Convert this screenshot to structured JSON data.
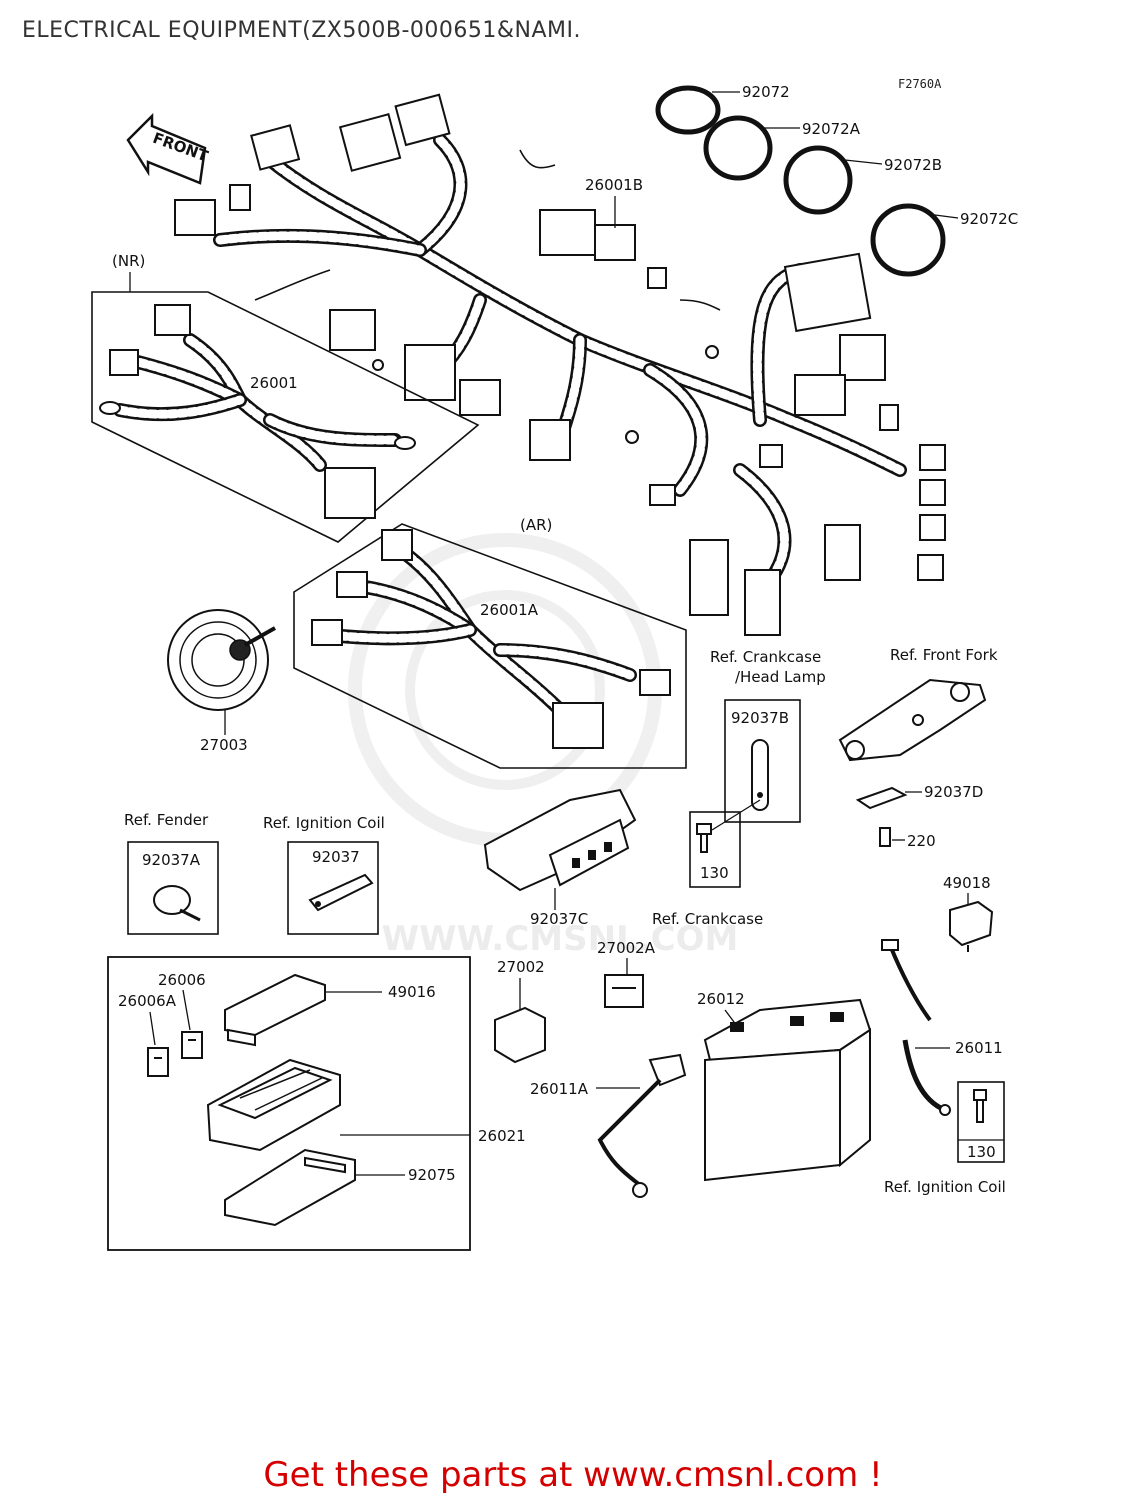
{
  "title": "ELECTRICAL EQUIPMENT(ZX500B-000651&NAMI.",
  "figure_code": "F2760A",
  "front_arrow": "FRONT",
  "group_labels": {
    "nr": "(NR)",
    "ar": "(AR)"
  },
  "part_labels": {
    "p92072": "92072",
    "p92072a": "92072A",
    "p92072b": "92072B",
    "p92072c": "92072C",
    "p26001b": "26001B",
    "p26001": "26001",
    "p26001a": "26001A",
    "p27003": "27003",
    "p92037b": "92037B",
    "p92037d": "92037D",
    "p220": "220",
    "p130_crankcase": "130",
    "p92037a": "92037A",
    "p92037": "92037",
    "p92037c": "92037C",
    "p49018": "49018",
    "p27002a": "27002A",
    "p27002": "27002",
    "p26012": "26012",
    "p26006": "26006",
    "p26006a": "26006A",
    "p49016": "49016",
    "p26011": "26011",
    "p26011a": "26011A",
    "p26021": "26021",
    "p92075": "92075",
    "p130_ignition": "130"
  },
  "references": {
    "crankcase_head_lamp_1": "Ref. Crankcase",
    "crankcase_head_lamp_2": "/Head Lamp",
    "front_fork": "Ref. Front Fork",
    "fender": "Ref. Fender",
    "ignition_coil_top": "Ref. Ignition Coil",
    "crankcase": "Ref. Crankcase",
    "ignition_coil_bottom": "Ref. Ignition Coil"
  },
  "watermark": "WWW.CMSNL.COM",
  "cta": "Get these parts at www.cmsnl.com !"
}
